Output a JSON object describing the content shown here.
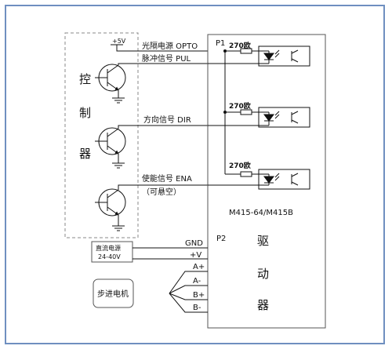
{
  "controller": {
    "title_chars": [
      "控",
      "制",
      "器"
    ],
    "supply_label": "+5V"
  },
  "signals": [
    {
      "label": "光隔电源 OPTO"
    },
    {
      "label": "脉冲信号 PUL"
    },
    {
      "label": "方向信号 DIR"
    },
    {
      "label": "使能信号 ENA"
    }
  ],
  "ena_note": "（可悬空）",
  "resistor_label": "270欧",
  "driver": {
    "p1": "P1",
    "p2": "P2",
    "model": "M415-64/M415B",
    "title_chars": [
      "驱",
      "动",
      "器"
    ],
    "power_pins": [
      "GND",
      "+V"
    ],
    "motor_pins": [
      "A+",
      "A-",
      "B+",
      "B-"
    ]
  },
  "power_supply": {
    "line1": "直流电源",
    "line2": "24-40V"
  },
  "motor": {
    "label": "步进电机"
  },
  "colors": {
    "frame": "#6f8fc0",
    "line": "#111111",
    "dashed": "#888888",
    "driver_border": "#555555"
  }
}
